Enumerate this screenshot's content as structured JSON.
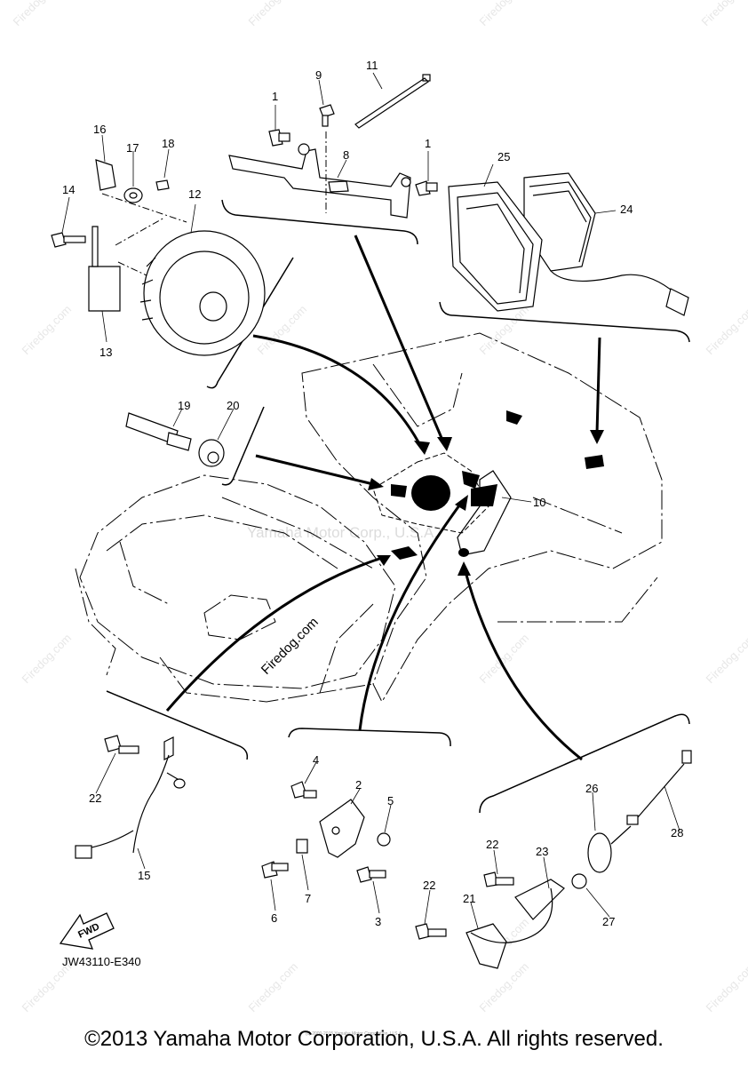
{
  "page": {
    "diagram_code": "JW43110-E340",
    "copyright": "©2013 Yamaha Motor Corporation, U.S.A. All rights reserved.",
    "tiny_credit": "(c) 2000-2015 Yamaha Motor Corporation, U.S.A.",
    "center_watermark": "Yamaha Motor Corp., U.S.A.",
    "site_watermark": "Firedog.com",
    "fwd_label": "FWD"
  },
  "callouts": [
    "1",
    "1",
    "2",
    "3",
    "4",
    "5",
    "6",
    "7",
    "8",
    "9",
    "10",
    "11",
    "12",
    "13",
    "14",
    "15",
    "16",
    "17",
    "18",
    "19",
    "20",
    "21",
    "22",
    "22",
    "22",
    "23",
    "24",
    "25",
    "26",
    "27",
    "28"
  ],
  "colors": {
    "line": "#000000",
    "watermark": "#e0e0e0",
    "background": "#ffffff"
  }
}
